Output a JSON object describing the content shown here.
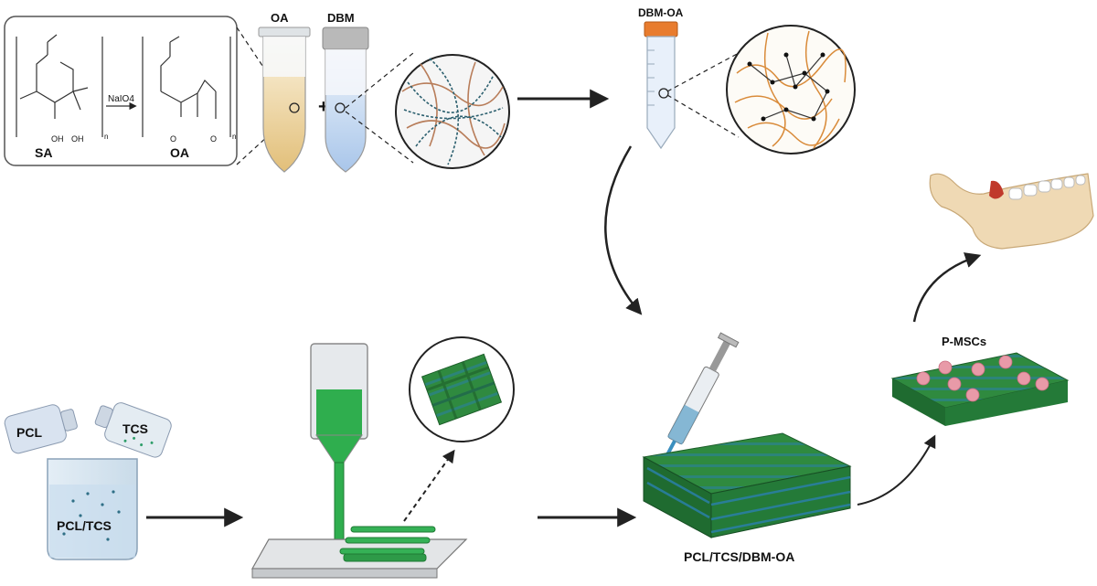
{
  "labels": {
    "sa": "SA",
    "oa_struct": "OA",
    "reagent": "NaIO4",
    "tube_oa": "OA",
    "tube_dbm": "DBM",
    "plus": "+",
    "dbm_oa": "DBM-OA",
    "pcl": "PCL",
    "tcs": "TCS",
    "pcl_tcs": "PCL/TCS",
    "final": "PCL/TCS/DBM-OA",
    "pmscs": "P-MSCs",
    "n1": "n",
    "n2": "n",
    "oh1": "OH",
    "oh2": "OH",
    "o1": "O",
    "o2": "O"
  },
  "colors": {
    "scaffold_green": "#2e8b3e",
    "scaffold_dark": "#1d5e2a",
    "strand_blue": "#2a7fa8",
    "gel_orange": "#d98b3a",
    "tube_yellow": "#e8c886",
    "tube_blue": "#bcd4ef",
    "cell_pink": "#e89aa8",
    "bone": "#efd9b4"
  }
}
